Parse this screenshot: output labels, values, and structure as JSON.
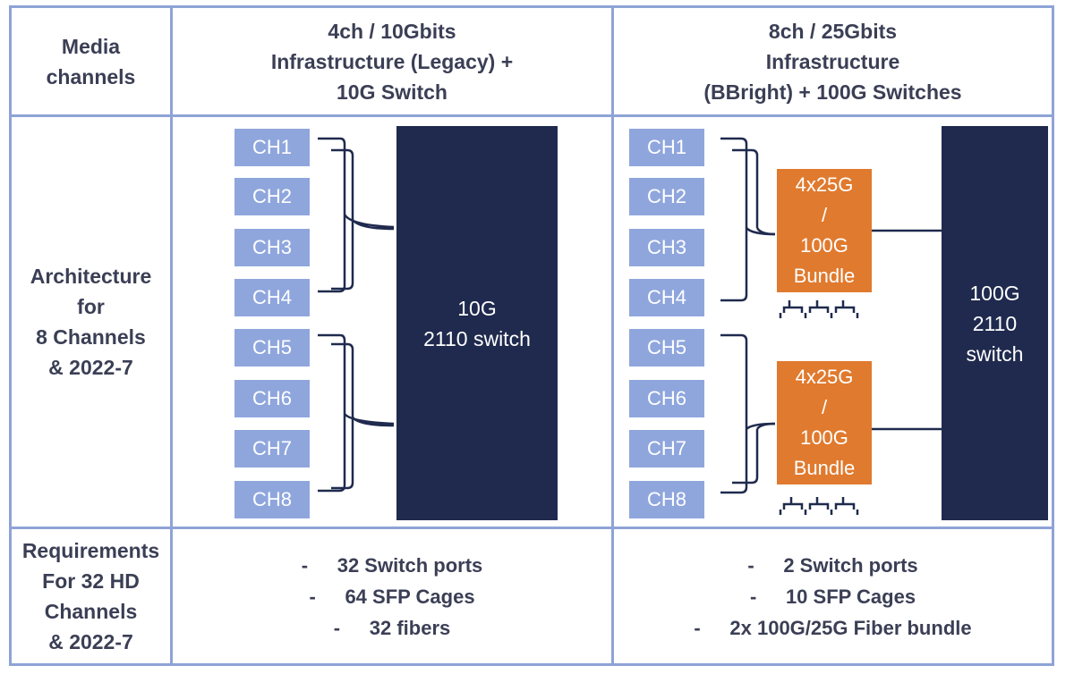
{
  "header": {
    "col1": [
      "Media",
      "channels"
    ],
    "col2": [
      "4ch / 10Gbits",
      "Infrastructure (Legacy) +",
      "10G Switch"
    ],
    "col3": [
      "8ch / 25Gbits",
      "Infrastructure",
      "(BBright) + 100G Switches"
    ]
  },
  "row2": {
    "label": [
      "Architecture",
      "for",
      "8 Channels",
      "& 2022-7"
    ]
  },
  "legacy": {
    "channels": [
      "CH1",
      "CH2",
      "CH3",
      "CH4",
      "CH5",
      "CH6",
      "CH7",
      "CH8"
    ],
    "switch": [
      "10G",
      "2110 switch"
    ]
  },
  "bbright": {
    "channels": [
      "CH1",
      "CH2",
      "CH3",
      "CH4",
      "CH5",
      "CH6",
      "CH7",
      "CH8"
    ],
    "bundle_top": [
      "4x25G",
      "/",
      "100G",
      "Bundle"
    ],
    "bundle_bottom": [
      "4x25G",
      "/",
      "100G",
      "Bundle"
    ],
    "switch": [
      "100G",
      "2110",
      "switch"
    ]
  },
  "row3": {
    "label": [
      "Requirements",
      "For 32 HD",
      "Channels",
      "& 2022-7"
    ],
    "legacy": [
      "32 Switch ports",
      "64 SFP Cages",
      "32 fibers"
    ],
    "bbright": [
      "2 Switch ports",
      "10 SFP Cages",
      "2x 100G/25G Fiber bundle"
    ],
    "dash": "-"
  },
  "colors": {
    "grid": "#8ea3d6",
    "channel": "#8fa6dd",
    "switch": "#1f2a4e",
    "bundle": "#e07a2e",
    "text": "#3b3f55"
  }
}
